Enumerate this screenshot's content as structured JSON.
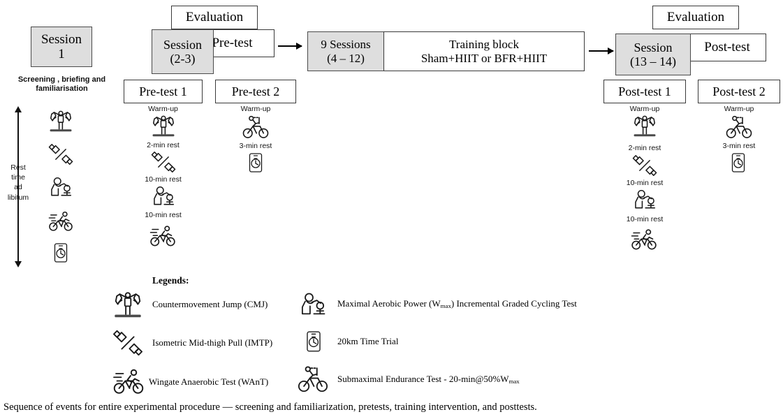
{
  "figure": {
    "caption": "Sequence of events for entire experimental procedure — screening and familiarization, pretests, training intervention, and posttests.",
    "colors": {
      "session_fill": "#dedede",
      "box_border": "#3a3a3a",
      "text": "#000000"
    }
  },
  "phases": {
    "session1": {
      "box_line1": "Session",
      "box_line2": "1",
      "sublabel_line1": "Screening , briefing and",
      "sublabel_line2": "familiarisation",
      "rest_label_lines": [
        "Rest",
        "time",
        "ad",
        "libitum"
      ],
      "steps": [
        {
          "icon": "countermovement-jump-icon",
          "rest": ""
        },
        {
          "icon": "isometric-midthigh-pull-icon",
          "rest": ""
        },
        {
          "icon": "maximal-aerobic-power-icon",
          "rest": ""
        },
        {
          "icon": "wingate-anaerobic-test-icon",
          "rest": ""
        },
        {
          "icon": "time-trial-icon",
          "rest": ""
        }
      ]
    },
    "evaluation_pre": {
      "evaluation_label": "Evaluation",
      "session_line1": "Session",
      "session_line2": "(2-3)",
      "phase_label": "Pre-test"
    },
    "training": {
      "sessions_line1": "9 Sessions",
      "sessions_line2": "(4 – 12)",
      "block_line1": "Training block",
      "block_line2": "Sham+HIIT or BFR+HIIT"
    },
    "evaluation_post": {
      "evaluation_label": "Evaluation",
      "session_line1": "Session",
      "session_line2": "(13 – 14)",
      "phase_label": "Post-test"
    }
  },
  "test_columns": [
    {
      "id": "pre-test-1",
      "title": "Pre-test 1",
      "warmup_label": "Warm-up",
      "steps": [
        {
          "icon": "countermovement-jump-icon",
          "rest_after": "2-min rest"
        },
        {
          "icon": "isometric-midthigh-pull-icon",
          "rest_after": "10-min rest"
        },
        {
          "icon": "maximal-aerobic-power-icon",
          "rest_after": "10-min rest"
        },
        {
          "icon": "wingate-anaerobic-test-icon",
          "rest_after": ""
        }
      ]
    },
    {
      "id": "pre-test-2",
      "title": "Pre-test 2",
      "warmup_label": "Warm-up",
      "steps": [
        {
          "icon": "submaximal-endurance-icon",
          "rest_after": "3-min rest"
        },
        {
          "icon": "time-trial-icon",
          "rest_after": ""
        }
      ]
    },
    {
      "id": "post-test-1",
      "title": "Post-test 1",
      "warmup_label": "Warm-up",
      "steps": [
        {
          "icon": "countermovement-jump-icon",
          "rest_after": "2-min rest"
        },
        {
          "icon": "isometric-midthigh-pull-icon",
          "rest_after": "10-min rest"
        },
        {
          "icon": "maximal-aerobic-power-icon",
          "rest_after": "10-min rest"
        },
        {
          "icon": "wingate-anaerobic-test-icon",
          "rest_after": ""
        }
      ]
    },
    {
      "id": "post-test-2",
      "title": "Post-test 2",
      "warmup_label": "Warm-up",
      "steps": [
        {
          "icon": "submaximal-endurance-icon",
          "rest_after": "3-min rest"
        },
        {
          "icon": "time-trial-icon",
          "rest_after": ""
        }
      ]
    }
  ],
  "legend": {
    "title": "Legends:",
    "items": [
      {
        "icon": "countermovement-jump-icon",
        "text": "Countermovement Jump (CMJ)"
      },
      {
        "icon": "isometric-midthigh-pull-icon",
        "text": "Isometric Mid-thigh Pull (IMTP)"
      },
      {
        "icon": "wingate-anaerobic-test-icon",
        "text": "Wingate Anaerobic Test (WAnT)"
      },
      {
        "icon": "maximal-aerobic-power-icon",
        "text": "Maximal Aerobic Power (Wmax) Incremental Graded Cycling Test"
      },
      {
        "icon": "time-trial-icon",
        "text": "20km Time Trial"
      },
      {
        "icon": "submaximal-endurance-icon",
        "text": "Submaximal Endurance Test - 20-min@50%Wmax"
      }
    ]
  }
}
